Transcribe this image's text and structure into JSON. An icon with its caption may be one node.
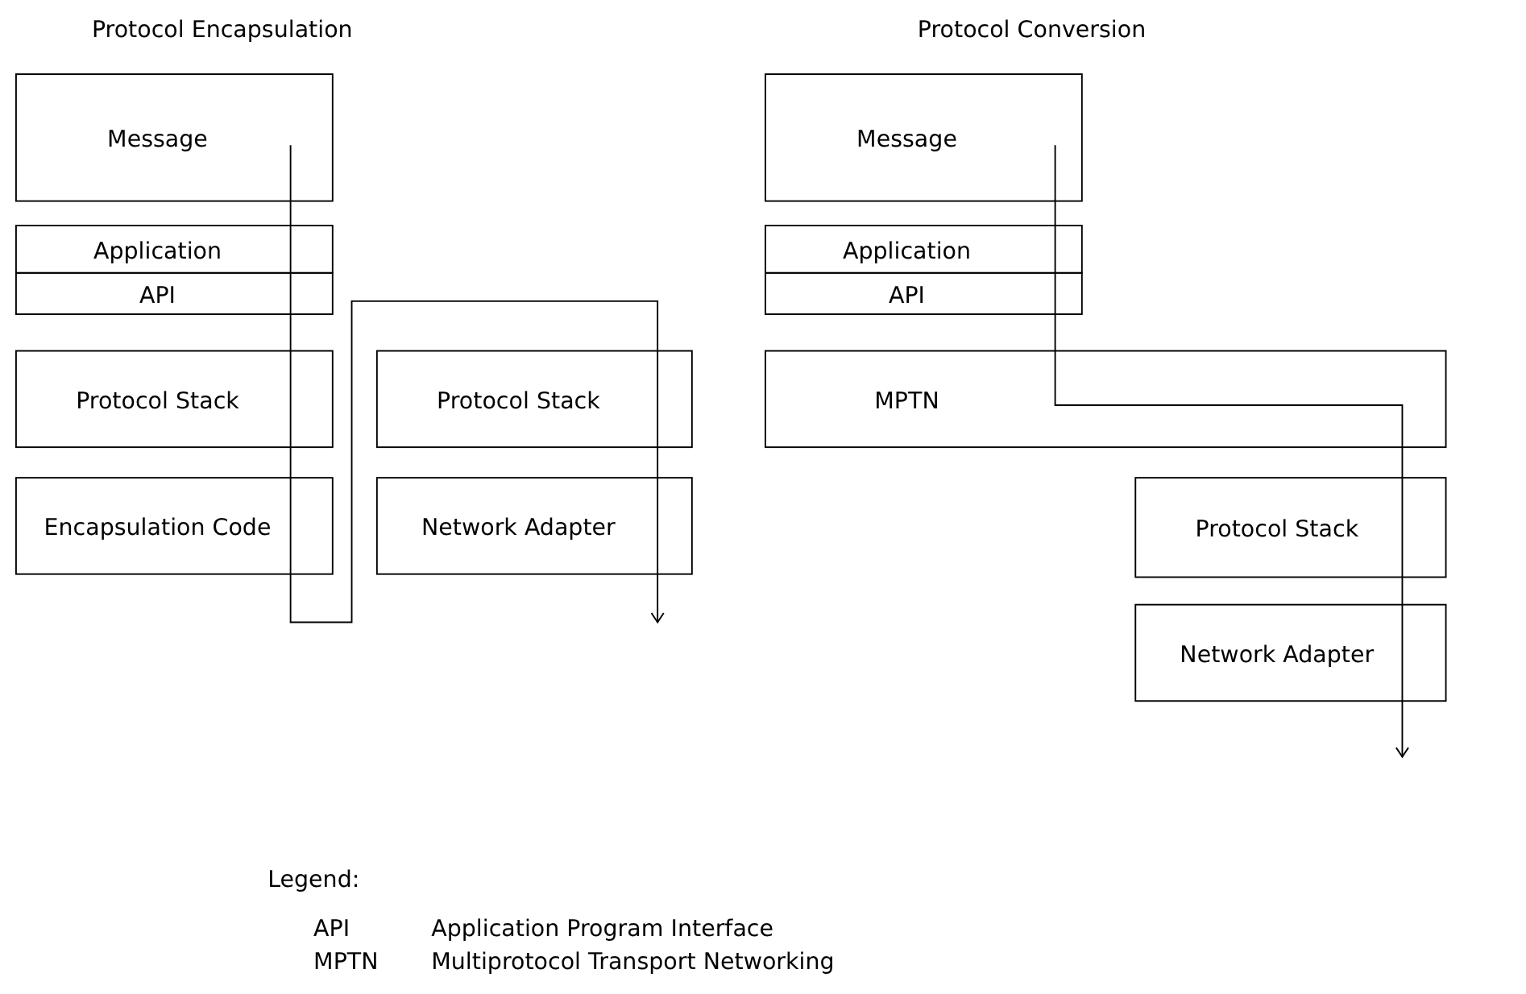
{
  "diagram": {
    "nodes": [
      {
        "text": [
          "Message"
        ]
      },
      {
        "text": [
          "Application"
        ]
      },
      {
        "text": [
          "API"
        ]
      },
      {
        "text": [
          "Protocol Stack"
        ]
      },
      {
        "text": [
          "Encapsulation Code"
        ]
      },
      {
        "text": [
          "Protocol Stack"
        ]
      },
      {
        "text": [
          "Network Adapter"
        ]
      },
      {
        "text": [
          "Message"
        ]
      },
      {
        "text": [
          "Application"
        ]
      },
      {
        "text": [
          "API"
        ]
      },
      {
        "text": [
          "MPTN"
        ]
      },
      {
        "text": [
          "Protocol Stack"
        ]
      },
      {
        "text": [
          "Network Adapter"
        ]
      }
    ],
    "edges": [
      {
        "from": 0,
        "to": null,
        "arrow": "to"
      },
      {
        "from": 7,
        "to": null,
        "arrow": "to"
      }
    ],
    "labels": [
      "Protocol Encapsulation",
      "Protocol Conversion",
      "Legend:",
      "API",
      "Application Program Interface",
      "MPTN",
      "Multiprotocol Transport Networking"
    ]
  }
}
